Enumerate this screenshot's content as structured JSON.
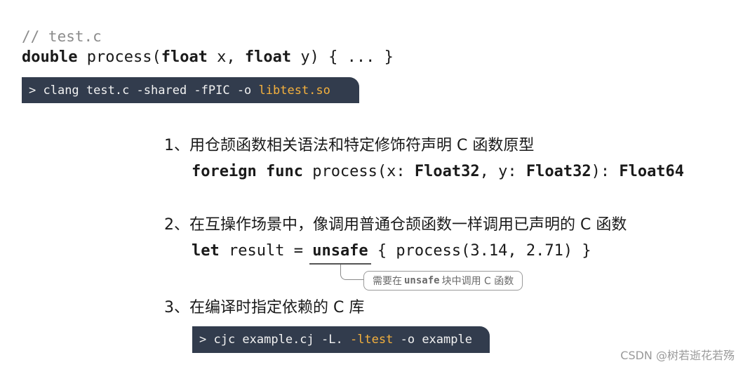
{
  "c_source": {
    "comment": "// test.c",
    "kw_double": "double",
    "fn_open": " process(",
    "kw_float1": "float",
    "arg_x": " x, ",
    "kw_float2": "float",
    "arg_rest": " y) { ... }"
  },
  "terminal_1": {
    "prompt": ">",
    "command": " clang test.c -shared -fPIC -o ",
    "output": "libtest.so"
  },
  "steps": [
    {
      "text": "1、用仓颉函数相关语法和特定修饰符声明 C 函数原型"
    },
    {
      "text": "2、在互操作场景中，像调用普通仓颉函数一样调用已声明的 C 函数"
    },
    {
      "text": "3、在编译时指定依赖的 C 库"
    }
  ],
  "cangjie_decl": {
    "kw_foreign": "foreign",
    "sp1": " ",
    "kw_func": "func",
    "name": " process(x: ",
    "t1": "Float32",
    "mid": ", y: ",
    "t2": "Float32",
    "ret": "): ",
    "t3": "Float64"
  },
  "cangjie_call": {
    "kw_let": "let",
    "assign": " result = ",
    "kw_unsafe": "unsafe",
    "body": " { process(3.14, 2.71) }"
  },
  "callout": {
    "pre": "需要在",
    "code": "unsafe",
    "post": "块中调用 C 函数"
  },
  "terminal_2": {
    "prompt": ">",
    "cmd_a": " cjc example.cj -L. ",
    "highlight": "-ltest",
    "cmd_b": " -o example"
  },
  "watermark": "CSDN @树若逝花若殇",
  "colors": {
    "terminal_bg": "#323c4d",
    "highlight": "#f5b13d",
    "comment": "#8c8c8c"
  }
}
